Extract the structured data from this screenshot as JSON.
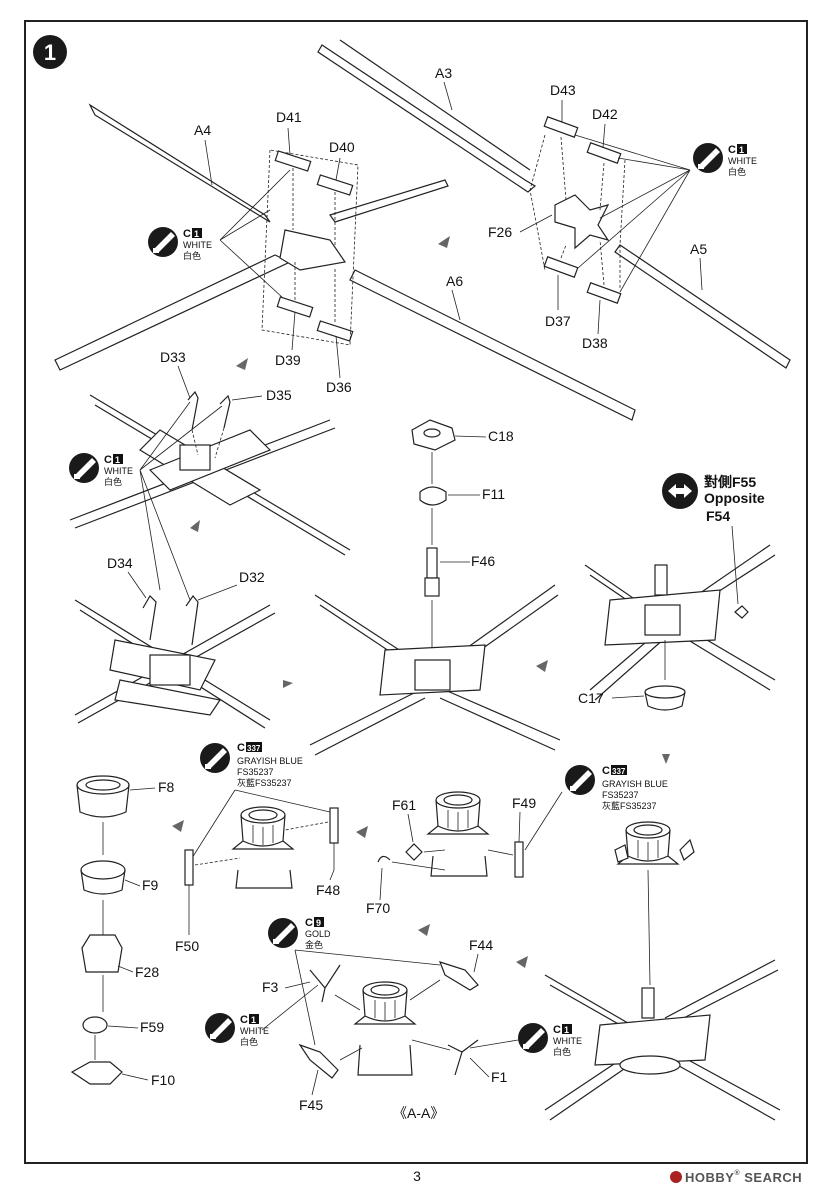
{
  "step_number": "1",
  "page_number": "3",
  "watermark": {
    "brand": "HOBBY",
    "suffix": "SEARCH",
    "registered": "®"
  },
  "section_label": "《A-A》",
  "opposite": {
    "cn": "對側F55",
    "en": "Opposite",
    "part": "F54"
  },
  "paints": {
    "white": {
      "code": "C",
      "num": "1",
      "name": "WHITE",
      "cn": "白色",
      "color": "#ffffff"
    },
    "grayish_blue": {
      "code": "C",
      "num": "337",
      "name": "GRAYISH BLUE",
      "fs": "FS35237",
      "cn": "灰藍FS35237",
      "color": "#5a7090"
    },
    "gold": {
      "code": "C",
      "num": "9",
      "name": "GOLD",
      "cn": "金色",
      "color": "#c9a227"
    }
  },
  "parts": {
    "A3": "A3",
    "A4": "A4",
    "A5": "A5",
    "A6": "A6",
    "D32": "D32",
    "D33": "D33",
    "D34": "D34",
    "D35": "D35",
    "D36": "D36",
    "D37": "D37",
    "D38": "D38",
    "D39": "D39",
    "D40": "D40",
    "D41": "D41",
    "D42": "D42",
    "D43": "D43",
    "C17": "C17",
    "C18": "C18",
    "F1": "F1",
    "F3": "F3",
    "F8": "F8",
    "F9": "F9",
    "F10": "F10",
    "F11": "F11",
    "F26": "F26",
    "F28": "F28",
    "F44": "F44",
    "F45": "F45",
    "F46": "F46",
    "F48": "F48",
    "F49": "F49",
    "F50": "F50",
    "F59": "F59",
    "F61": "F61",
    "F70": "F70"
  }
}
